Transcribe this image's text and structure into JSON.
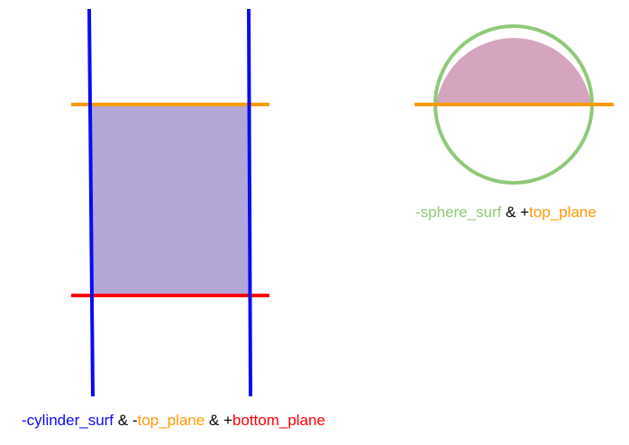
{
  "colors": {
    "cylinder": "#0a0af5",
    "top_plane": "#ff9a00",
    "bottom_plane": "#ff0000",
    "sphere": "#8fc979",
    "cylinder_region_fill": "#b2a7d6",
    "sphere_region_fill": "#d5a5bf",
    "operator_text": "#000000"
  },
  "left_caption": {
    "part1": "-cylinder_surf",
    "op1": " & -",
    "part2": "top_plane",
    "op2": " & +",
    "part3": "bottom_plane"
  },
  "right_caption": {
    "part1": "-sphere_surf",
    "op1": " & +",
    "part2": "top_plane"
  }
}
